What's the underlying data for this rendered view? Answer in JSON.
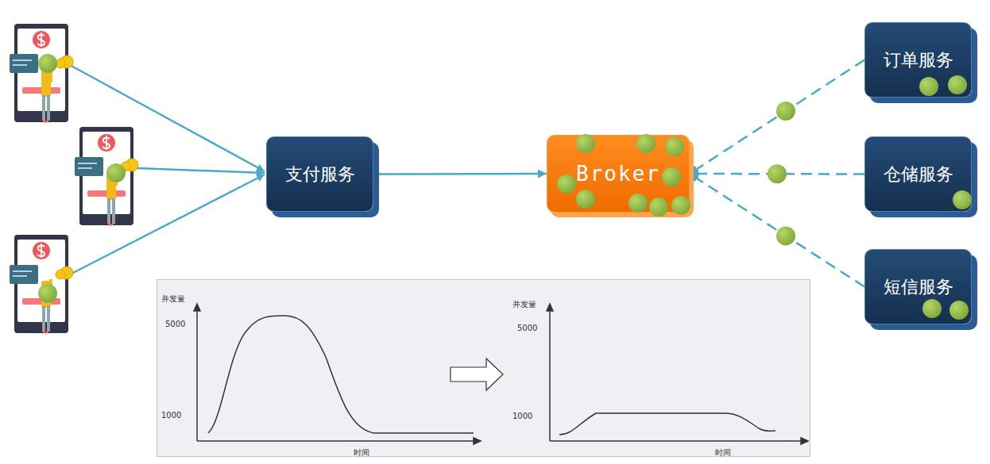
{
  "diagram": {
    "nodes": [
      {
        "text": [
          "支付服务"
        ]
      },
      {
        "text": [
          "Broker"
        ]
      },
      {
        "text": [
          "订单服务"
        ]
      },
      {
        "text": [
          "仓储服务"
        ]
      },
      {
        "text": [
          "短信服务"
        ]
      }
    ],
    "edges": [
      {
        "from": 0,
        "to": 1,
        "arrow": "to"
      },
      {
        "from": 2,
        "to": 1,
        "arrow": "to"
      },
      {
        "from": 3,
        "to": 1,
        "arrow": "to"
      },
      {
        "from": 4,
        "to": 1,
        "arrow": "to"
      }
    ],
    "labels": [
      "并发量",
      "5000",
      "1000",
      "时间",
      "并发量",
      "5000",
      "1000",
      "时间"
    ]
  }
}
